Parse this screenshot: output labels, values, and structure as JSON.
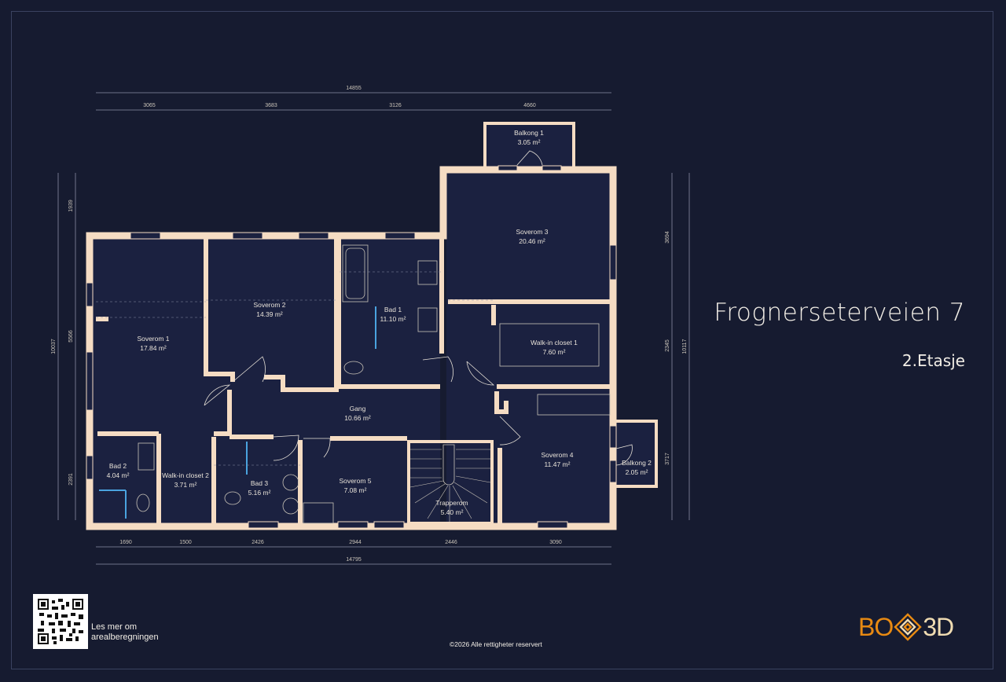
{
  "title": "Frognerseterveien 7",
  "floor_label": "2.Etasje",
  "qr_caption_line1": "Les mer om",
  "qr_caption_line2": "arealberegningen",
  "copyright": "©2026 Alle rettigheter reservert",
  "logo": {
    "left": "BO",
    "right": "3D"
  },
  "colors": {
    "background": "#161b30",
    "wall": "#f5dcc3",
    "floor": "#1b2140",
    "text": "#e8e2d8",
    "logo_orange": "#e88a12",
    "logo_cream": "#f0dcb2"
  },
  "rooms": [
    {
      "name": "Balkong 1",
      "area": "3.05 m²"
    },
    {
      "name": "Soverom 3",
      "area": "20.46 m²"
    },
    {
      "name": "Soverom 2",
      "area": "14.39 m²"
    },
    {
      "name": "Bad 1",
      "area": "11.10 m²"
    },
    {
      "name": "Soverom 1",
      "area": "17.84 m²"
    },
    {
      "name": "Walk-in closet 1",
      "area": "7.60 m²"
    },
    {
      "name": "Gang",
      "area": "10.66 m²"
    },
    {
      "name": "Soverom 4",
      "area": "11.47 m²"
    },
    {
      "name": "Balkong 2",
      "area": "2.05 m²"
    },
    {
      "name": "Bad 2",
      "area": "4.04 m²"
    },
    {
      "name": "Walk-in closet 2",
      "area": "3.71 m²"
    },
    {
      "name": "Bad 3",
      "area": "5.16 m²"
    },
    {
      "name": "Soverom 5",
      "area": "7.08 m²"
    },
    {
      "name": "Trapperom",
      "area": "5.40 m²"
    }
  ],
  "dimensions": {
    "top_total": "14855",
    "top_segments": [
      "3065",
      "3683",
      "3126",
      "4660"
    ],
    "bottom_segments": [
      "1690",
      "1500",
      "2426",
      "2944",
      "2446",
      "3090"
    ],
    "bottom_total": "14795",
    "left_total": "10037",
    "left_segments": [
      "1939",
      "5566",
      "2391"
    ],
    "right_segments": [
      "3694",
      "2345",
      "3717"
    ],
    "right_total": "10117"
  }
}
